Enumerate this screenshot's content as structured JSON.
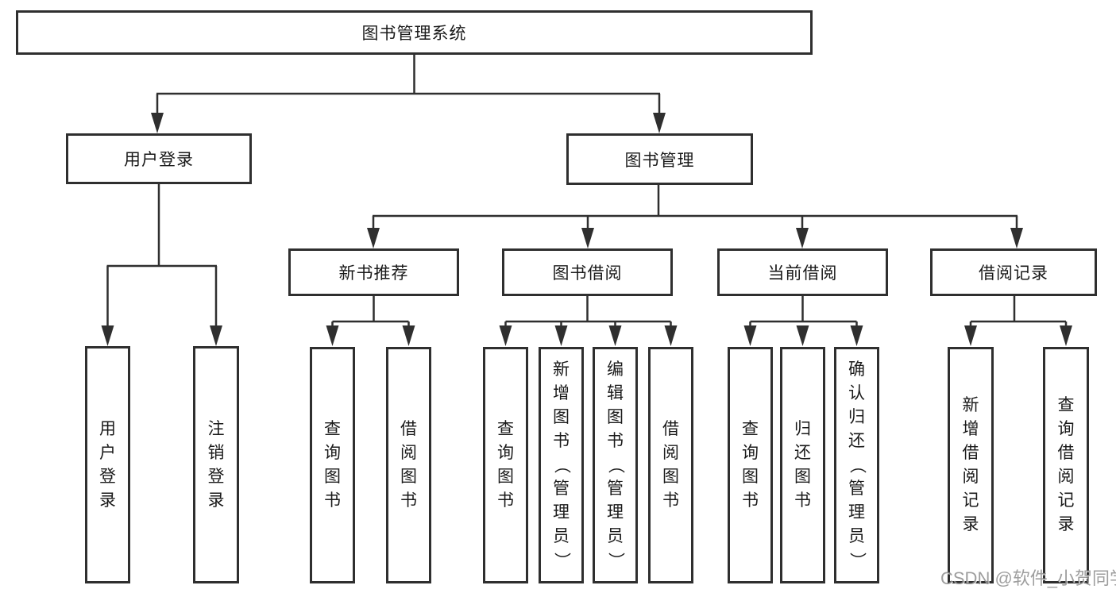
{
  "tree": {
    "root": "图书管理系统",
    "branches": [
      {
        "label": "用户登录",
        "leaves": [
          "用户登录",
          "注销登录"
        ]
      },
      {
        "label": "图书管理",
        "groups": [
          {
            "label": "新书推荐",
            "leaves": [
              "查询图书",
              "借阅图书"
            ]
          },
          {
            "label": "图书借阅",
            "leaves": [
              "查询图书",
              "新增图书（管理员）",
              "编辑图书（管理员）",
              "借阅图书"
            ]
          },
          {
            "label": "当前借阅",
            "leaves": [
              "查询图书",
              "归还图书",
              "确认归还（管理员）"
            ]
          },
          {
            "label": "借阅记录",
            "leaves": [
              "新增借阅记录",
              "查询借阅记录"
            ]
          }
        ]
      }
    ]
  },
  "watermark": "CSDN @软件_小贺同学",
  "colors": {
    "line": "#2f2f2f",
    "text": "#1a1a1a",
    "box_background": "#ffffff",
    "watermark": "#8e8e8e",
    "background": "#ffffff"
  }
}
